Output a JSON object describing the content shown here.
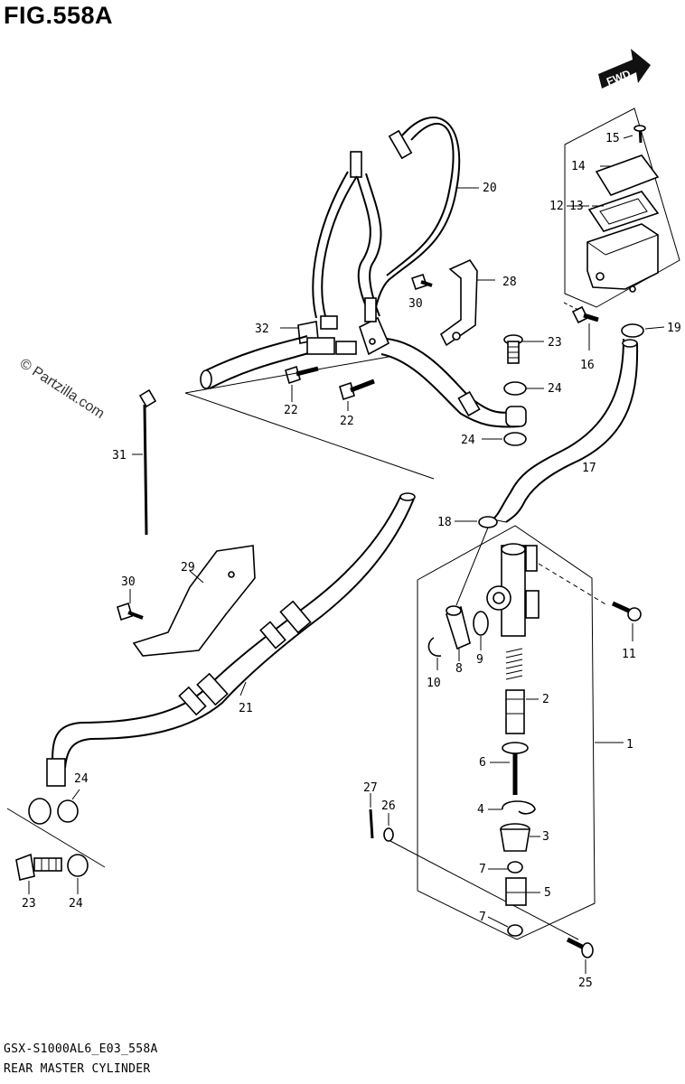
{
  "figure_title": "FIG.558A",
  "model_code": "GSX-S1000AL6_E03_558A",
  "subtitle": "REAR MASTER CYLINDER",
  "watermark": "© Partzilla.com",
  "fwd_label": "FWD",
  "callouts": {
    "c1": "1",
    "c2": "2",
    "c3": "3",
    "c4": "4",
    "c5": "5",
    "c6": "6",
    "c7a": "7",
    "c7b": "7",
    "c8": "8",
    "c9": "9",
    "c10": "10",
    "c11": "11",
    "c12": "12",
    "c13": "13",
    "c14": "14",
    "c15": "15",
    "c16": "16",
    "c17": "17",
    "c18": "18",
    "c19": "19",
    "c20": "20",
    "c21": "21",
    "c22a": "22",
    "c22b": "22",
    "c23a": "23",
    "c23b": "23",
    "c24a": "24",
    "c24b": "24",
    "c24c": "24",
    "c24d": "24",
    "c25": "25",
    "c26": "26",
    "c27": "27",
    "c28": "28",
    "c29": "29",
    "c30a": "30",
    "c30b": "30",
    "c31": "31",
    "c32": "32"
  }
}
